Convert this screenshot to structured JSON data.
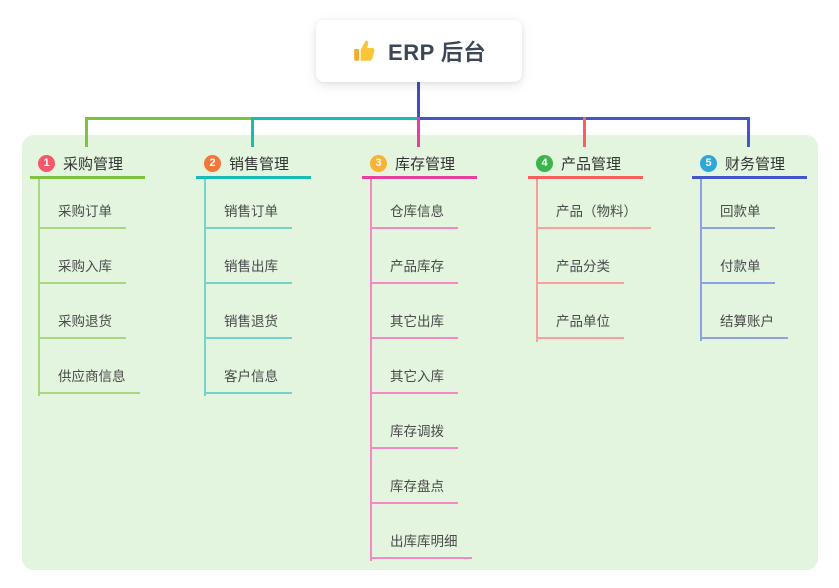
{
  "root": {
    "title": "ERP 后台",
    "icon": "thumbs-up-icon",
    "icon_color": "#f8c331"
  },
  "colors": {
    "panel_bg": "#e3f4df",
    "root_connector": "#3f4ec2"
  },
  "branches": [
    {
      "index": "1",
      "title": "采购管理",
      "badge_color": "#f4586b",
      "line_color": "#7fc241",
      "sub_line_color": "#a9d77f",
      "items": [
        "采购订单",
        "采购入库",
        "采购退货",
        "供应商信息"
      ]
    },
    {
      "index": "2",
      "title": "销售管理",
      "badge_color": "#f5763b",
      "line_color": "#18bcb0",
      "sub_line_color": "#74d3ca",
      "items": [
        "销售订单",
        "销售出库",
        "销售退货",
        "客户信息"
      ]
    },
    {
      "index": "3",
      "title": "库存管理",
      "badge_color": "#f8b234",
      "line_color": "#e83e9c",
      "sub_line_color": "#f489c4",
      "items": [
        "仓库信息",
        "产品库存",
        "其它出库",
        "其它入库",
        "库存调拨",
        "库存盘点",
        "出库库明细"
      ]
    },
    {
      "index": "4",
      "title": "产品管理",
      "badge_color": "#3bb44a",
      "line_color": "#fa5f5f",
      "sub_line_color": "#fb9e9e",
      "items": [
        "产品（物料）",
        "产品分类",
        "产品单位"
      ]
    },
    {
      "index": "5",
      "title": "财务管理",
      "badge_color": "#2fa6d9",
      "line_color": "#4355c8",
      "sub_line_color": "#8ba1e2",
      "items": [
        "回款单",
        "付款单",
        "结算账户"
      ]
    }
  ]
}
